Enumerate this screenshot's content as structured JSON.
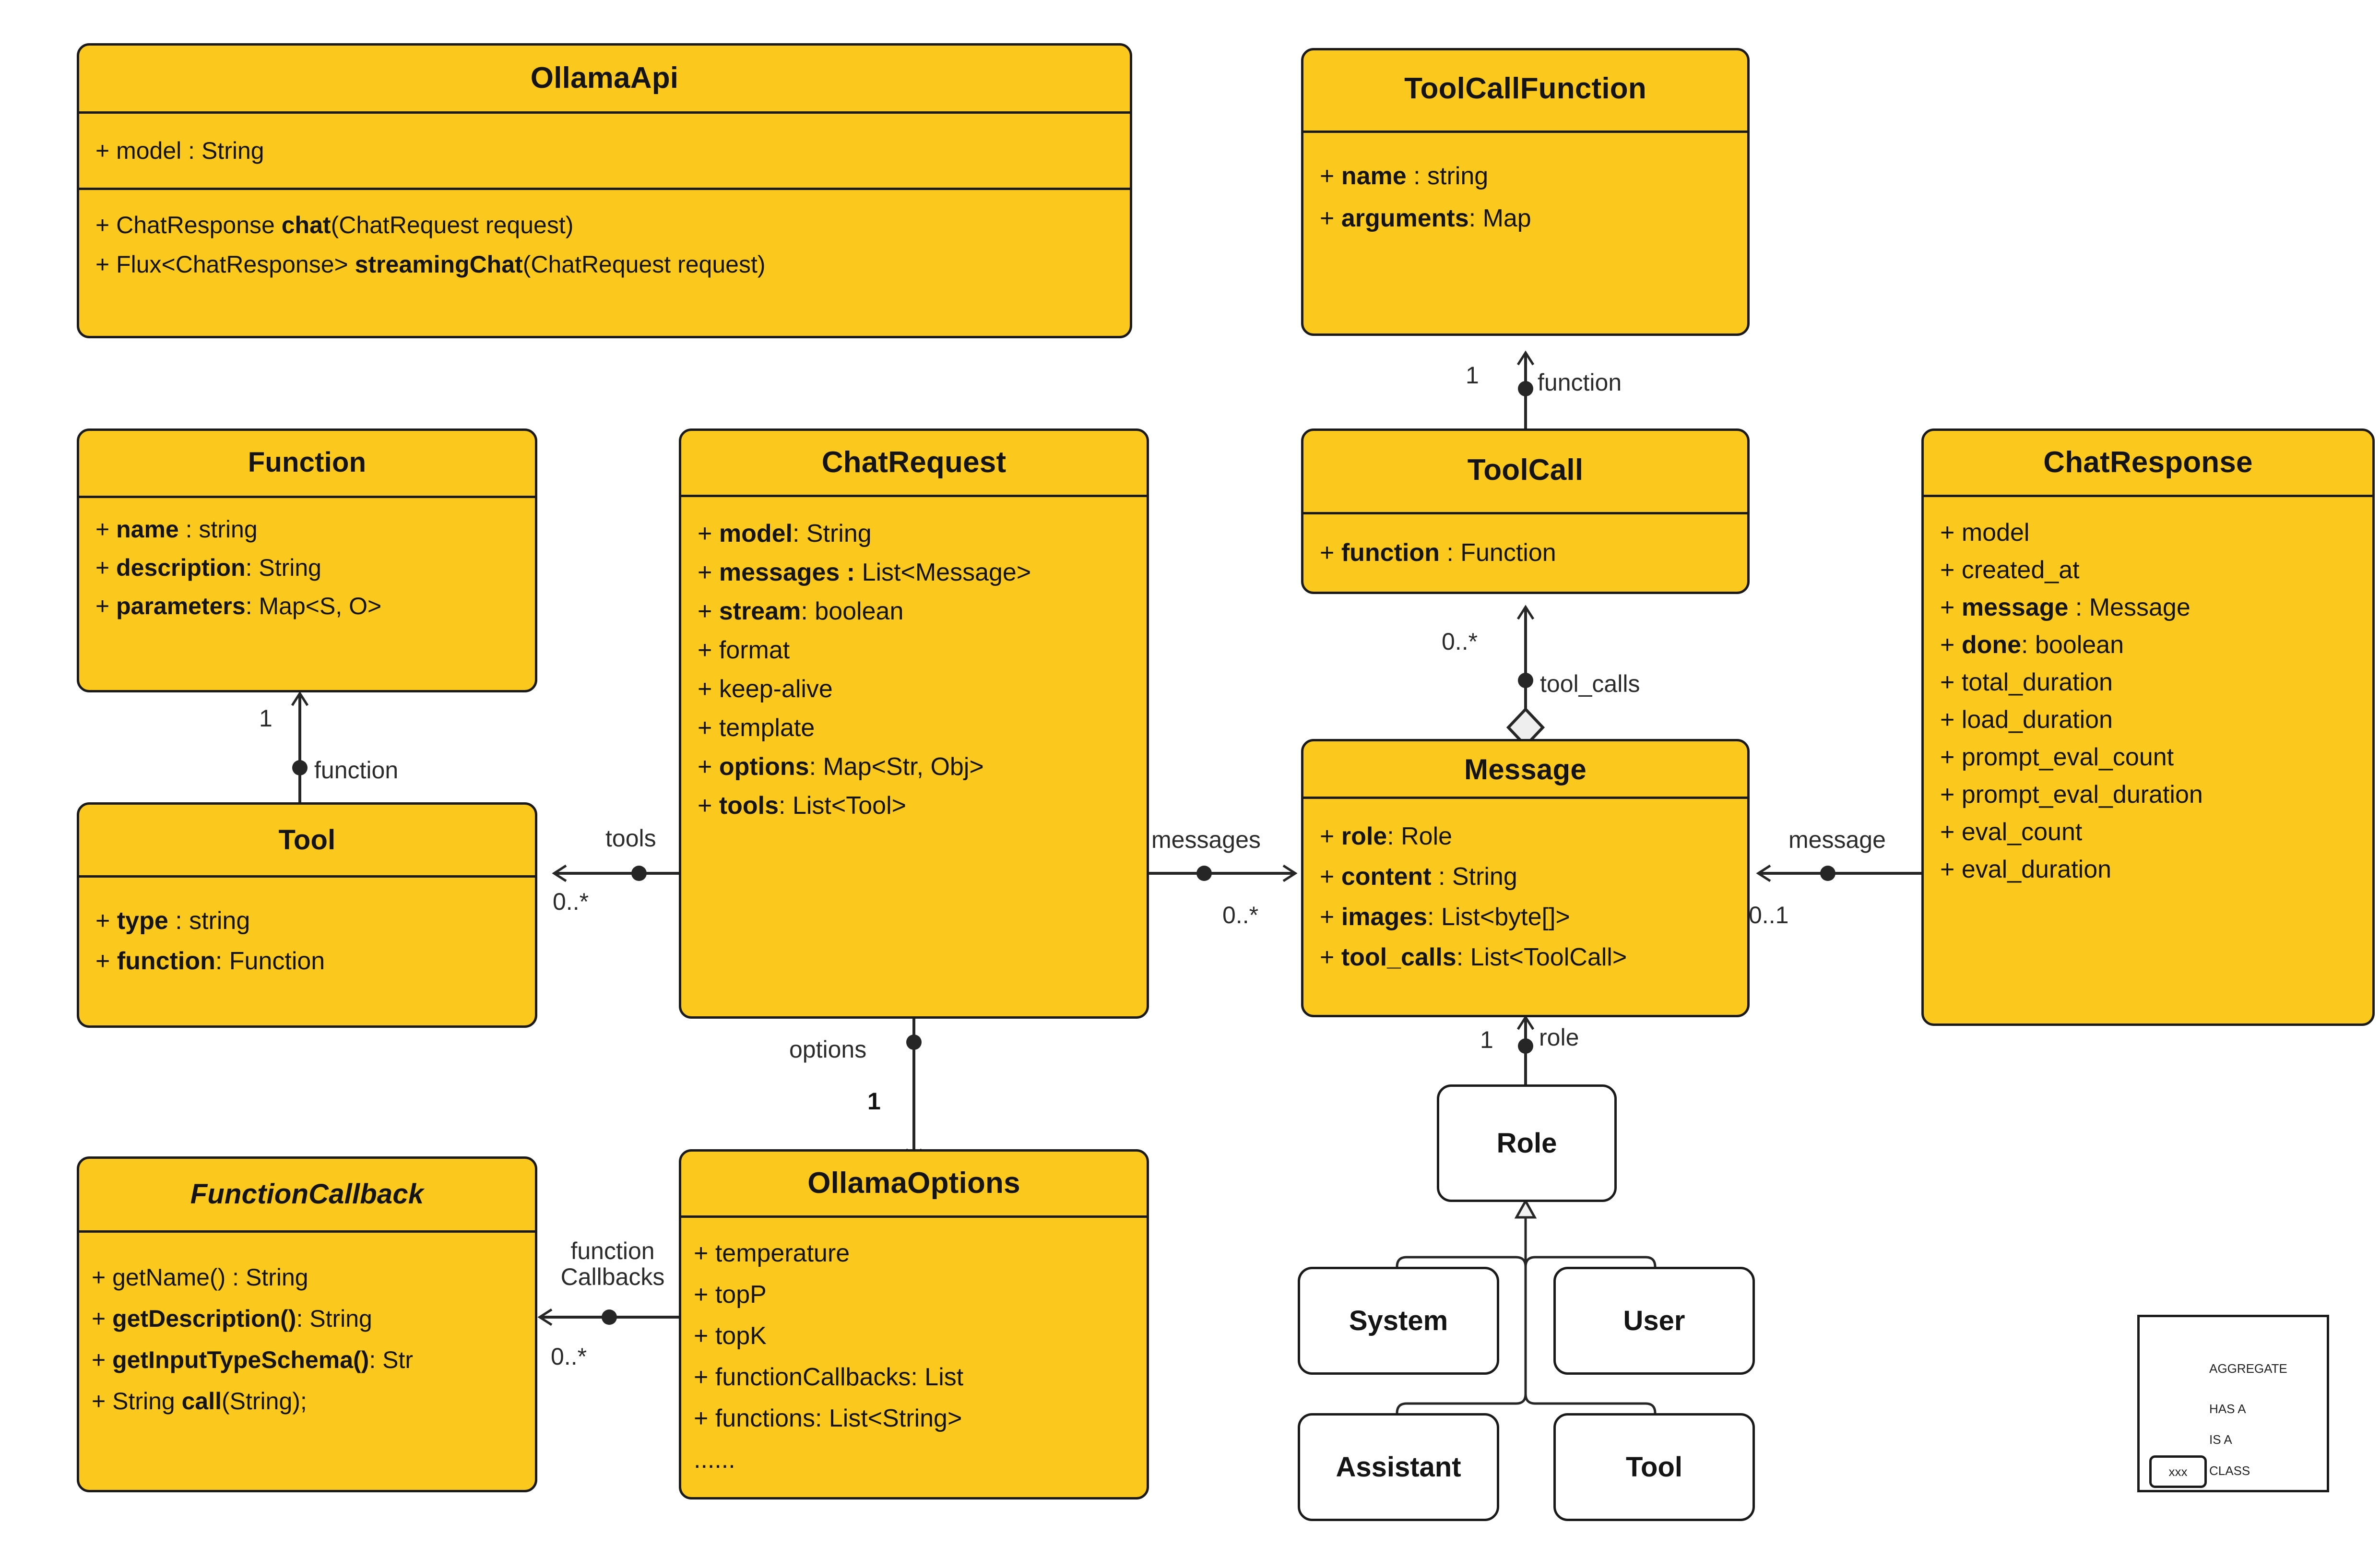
{
  "diagram": {
    "type": "uml-class-diagram",
    "accent_color": "#FBC81E",
    "stroke_color": "#1a1a1a",
    "background": "#ffffff"
  },
  "classes": {
    "ollama_api": {
      "name": "OllamaApi",
      "attributes": [
        {
          "text": "+ model : String",
          "bold_part": ""
        }
      ],
      "methods": [
        {
          "prefix": "+ ChatResponse ",
          "bold": "chat",
          "suffix": "(ChatRequest request)"
        },
        {
          "prefix": "+ Flux<ChatResponse> ",
          "bold": "streamingChat",
          "suffix": "(ChatRequest request)"
        }
      ]
    },
    "tool_call_function": {
      "name": "ToolCallFunction",
      "attributes": [
        {
          "prefix": "+ ",
          "bold": "name",
          "suffix": " : string"
        },
        {
          "prefix": "+ ",
          "bold": "arguments",
          "suffix": ": Map"
        }
      ]
    },
    "function": {
      "name": "Function",
      "attributes": [
        {
          "prefix": "+ ",
          "bold": "name",
          "suffix": " : string"
        },
        {
          "prefix": "+ ",
          "bold": "description",
          "suffix": ": String"
        },
        {
          "prefix": "+ ",
          "bold": "parameters",
          "suffix": ": Map<S, O>"
        }
      ]
    },
    "chat_request": {
      "name": "ChatRequest",
      "attributes": [
        {
          "prefix": "+ ",
          "bold": "model",
          "suffix": ": String"
        },
        {
          "prefix": "+ ",
          "bold": "messages :",
          "suffix": " List<Message>"
        },
        {
          "prefix": "+ ",
          "bold": "stream",
          "suffix": ": boolean"
        },
        {
          "prefix": "+ ",
          "bold": "",
          "suffix": "format"
        },
        {
          "prefix": "+ ",
          "bold": "",
          "suffix": "keep-alive"
        },
        {
          "prefix": "+ ",
          "bold": "",
          "suffix": "template"
        },
        {
          "prefix": "+ ",
          "bold": "options",
          "suffix": ": Map<Str, Obj>"
        },
        {
          "prefix": "+ ",
          "bold": "tools",
          "suffix": ": List<Tool>"
        }
      ]
    },
    "tool_call": {
      "name": "ToolCall",
      "attributes": [
        {
          "prefix": "+ ",
          "bold": "function",
          "suffix": " : Function"
        }
      ]
    },
    "chat_response": {
      "name": "ChatResponse",
      "attributes": [
        {
          "prefix": "+ ",
          "bold": "",
          "suffix": "model"
        },
        {
          "prefix": "+ ",
          "bold": "",
          "suffix": "created_at"
        },
        {
          "prefix": "+ ",
          "bold": "message",
          "suffix": " : Message"
        },
        {
          "prefix": "+ ",
          "bold": "done",
          "suffix": ": boolean"
        },
        {
          "prefix": "+ ",
          "bold": "",
          "suffix": "total_duration"
        },
        {
          "prefix": "+ ",
          "bold": "",
          "suffix": "load_duration"
        },
        {
          "prefix": "+ ",
          "bold": "",
          "suffix": "prompt_eval_count"
        },
        {
          "prefix": "+ ",
          "bold": "",
          "suffix": "prompt_eval_duration"
        },
        {
          "prefix": "+ ",
          "bold": "",
          "suffix": "eval_count"
        },
        {
          "prefix": "+ ",
          "bold": "",
          "suffix": "eval_duration"
        }
      ]
    },
    "tool": {
      "name": "Tool",
      "attributes": [
        {
          "prefix": "+ ",
          "bold": "type",
          "suffix": " : string"
        },
        {
          "prefix": "+ ",
          "bold": "function",
          "suffix": ": Function"
        }
      ]
    },
    "message": {
      "name": "Message",
      "attributes": [
        {
          "prefix": "+ ",
          "bold": "role",
          "suffix": ": Role"
        },
        {
          "prefix": "+ ",
          "bold": "content",
          "suffix": " : String"
        },
        {
          "prefix": "+ ",
          "bold": "images",
          "suffix": ": List<byte[]>"
        },
        {
          "prefix": "+ ",
          "bold": "tool_calls",
          "suffix": ": List<ToolCall>"
        }
      ]
    },
    "function_callback": {
      "name": "FunctionCallback",
      "italic": true,
      "methods": [
        {
          "prefix": "+ ",
          "bold": "",
          "suffix": "getName() : String"
        },
        {
          "prefix": "+ ",
          "bold": "getDescription()",
          "suffix": ": String"
        },
        {
          "prefix": "+ ",
          "bold": "getInputTypeSchema()",
          "suffix": ": Str"
        },
        {
          "prefix": "+ String ",
          "bold": "call",
          "suffix": "(String);"
        }
      ]
    },
    "ollama_options": {
      "name": "OllamaOptions",
      "attributes": [
        {
          "prefix": "+ ",
          "bold": "",
          "suffix": "temperature"
        },
        {
          "prefix": "+ ",
          "bold": "",
          "suffix": "topP"
        },
        {
          "prefix": "+ ",
          "bold": "",
          "suffix": "topK"
        },
        {
          "prefix": "+ ",
          "bold": "",
          "suffix": "functionCallbacks: List"
        },
        {
          "prefix": "+ ",
          "bold": "",
          "suffix": "functions: List<String>"
        },
        {
          "prefix": "",
          "bold": "",
          "suffix": "......"
        }
      ]
    },
    "role": {
      "name": "Role"
    },
    "role_system": {
      "name": "System"
    },
    "role_user": {
      "name": "User"
    },
    "role_assistant": {
      "name": "Assistant"
    },
    "role_tool": {
      "name": "Tool"
    }
  },
  "edges": [
    {
      "id": "toolcall-function",
      "label": "function",
      "multiplicity": "1"
    },
    {
      "id": "toolcall-message",
      "label": "tool_calls",
      "multiplicity": "0..*"
    },
    {
      "id": "tool-function",
      "label": "function",
      "multiplicity": "1"
    },
    {
      "id": "chatrequest-tool",
      "label": "tools",
      "multiplicity": "0..*"
    },
    {
      "id": "chatrequest-message",
      "label": "messages",
      "multiplicity": "0..*"
    },
    {
      "id": "chatresponse-message",
      "label": "message",
      "multiplicity": "0..1"
    },
    {
      "id": "chatrequest-options",
      "label": "options",
      "multiplicity": "1"
    },
    {
      "id": "options-functioncallback",
      "label": "function\nCallbacks",
      "multiplicity": "0..*"
    },
    {
      "id": "message-role",
      "label": "role",
      "multiplicity": "1"
    }
  ],
  "legend": {
    "items": [
      {
        "icon": "aggregate-arrow-icon",
        "label": "AGGREGATE"
      },
      {
        "icon": "has-a-arrow-icon",
        "label": "HAS A"
      },
      {
        "icon": "is-a-arrow-icon",
        "label": "IS A"
      },
      {
        "icon": "class-box-icon",
        "label": "CLASS",
        "box_text": "xxx"
      }
    ]
  }
}
